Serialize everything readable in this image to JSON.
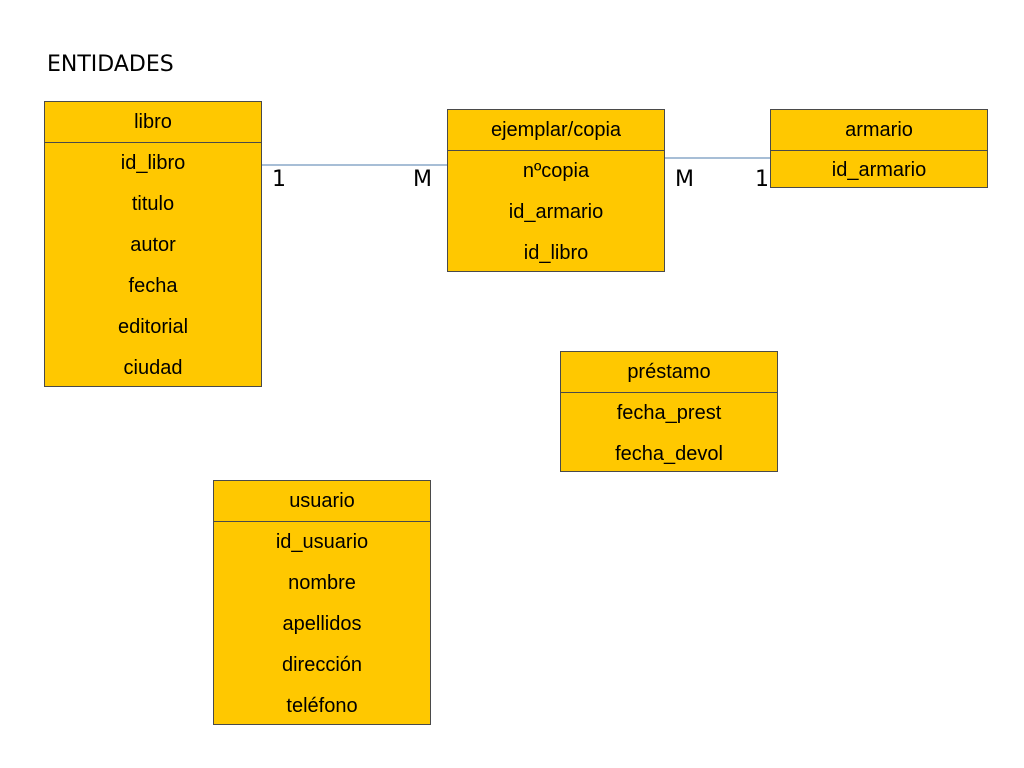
{
  "title": "ENTIDADES",
  "colors": {
    "entity_fill": "#ffc800",
    "entity_border": "#4a4a4a",
    "link": "#8aa8c8"
  },
  "entities": {
    "libro": {
      "name": "libro",
      "attributes": [
        "id_libro",
        "titulo",
        "autor",
        "fecha",
        "editorial",
        "ciudad"
      ]
    },
    "ejemplar": {
      "name": "ejemplar/copia",
      "attributes": [
        "nºcopia",
        "id_armario",
        "id_libro"
      ]
    },
    "armario": {
      "name": "armario",
      "attributes": [
        "id_armario"
      ]
    },
    "prestamo": {
      "name": "préstamo",
      "attributes": [
        "fecha_prest",
        "fecha_devol"
      ]
    },
    "usuario": {
      "name": "usuario",
      "attributes": [
        "id_usuario",
        "nombre",
        "apellidos",
        "dirección",
        "teléfono"
      ]
    }
  },
  "relationships": [
    {
      "from": "libro",
      "to": "ejemplar/copia",
      "from_card": "1",
      "to_card": "M"
    },
    {
      "from": "ejemplar/copia",
      "to": "armario",
      "from_card": "M",
      "to_card": "1"
    }
  ]
}
